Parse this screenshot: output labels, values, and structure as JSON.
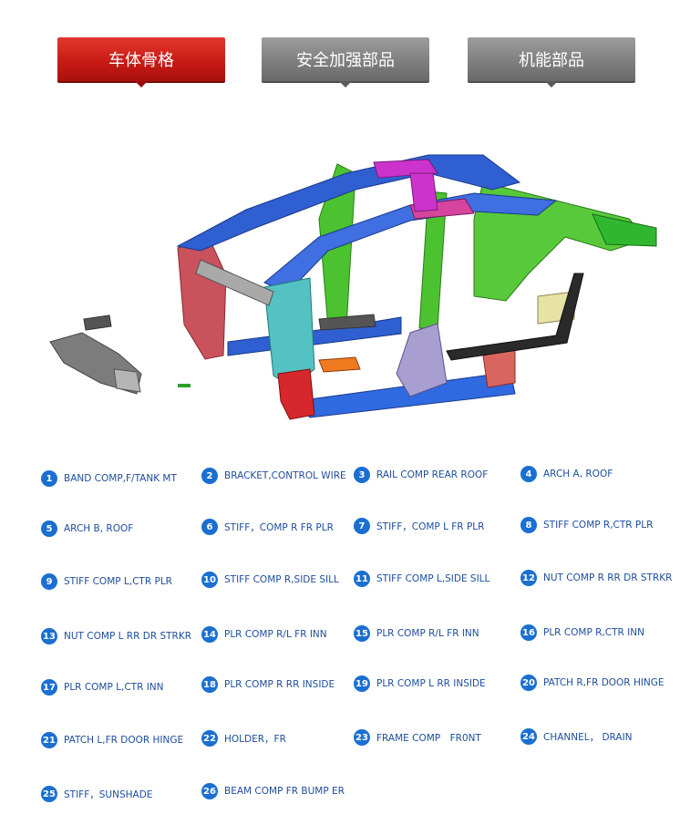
{
  "tabs": [
    {
      "label": "车体骨格",
      "active": true
    },
    {
      "label": "安全加强部品",
      "active": false
    },
    {
      "label": "机能部品",
      "active": false
    }
  ],
  "colors": {
    "tab_active": "#c91b15",
    "tab_inactive": "#7f7f7f",
    "badge": "#1a6fd1",
    "part_text": "#1e4d9c"
  },
  "parts": [
    {
      "num": "1",
      "name": "BAND COMP,F/TANK MT"
    },
    {
      "num": "2",
      "name": "BRACKET,CONTROL WIRE"
    },
    {
      "num": "3",
      "name": "RAIL COMP REAR ROOF"
    },
    {
      "num": "4",
      "name": "ARCH A, ROOF"
    },
    {
      "num": "5",
      "name": "ARCH B, ROOF"
    },
    {
      "num": "6",
      "name": "STIFF，COMP R FR PLR"
    },
    {
      "num": "7",
      "name": "STIFF，COMP L FR PLR"
    },
    {
      "num": "8",
      "name": "STIFF COMP R,CTR PLR"
    },
    {
      "num": "9",
      "name": "STIFF COMP L,CTR PLR"
    },
    {
      "num": "10",
      "name": "STIFF COMP R,SIDE SILL"
    },
    {
      "num": "11",
      "name": "STIFF COMP L,SIDE SILL"
    },
    {
      "num": "12",
      "name": "NUT COMP R RR DR STRKR"
    },
    {
      "num": "13",
      "name": "NUT COMP L RR DR STRKR"
    },
    {
      "num": "14",
      "name": "PLR COMP R/L FR INN"
    },
    {
      "num": "15",
      "name": "PLR COMP R/L FR INN"
    },
    {
      "num": "16",
      "name": "PLR COMP R,CTR INN"
    },
    {
      "num": "17",
      "name": "PLR COMP L,CTR INN"
    },
    {
      "num": "18",
      "name": "PLR COMP R RR INSIDE"
    },
    {
      "num": "19",
      "name": "PLR COMP L RR INSIDE"
    },
    {
      "num": "20",
      "name": "PATCH R,FR DOOR HINGE"
    },
    {
      "num": "21",
      "name": "PATCH L,FR DOOR HINGE"
    },
    {
      "num": "22",
      "name": "HOLDER，FR"
    },
    {
      "num": "23",
      "name": "FRAME COMP　FR0NT"
    },
    {
      "num": "24",
      "name": "CHANNEL， DRAIN"
    },
    {
      "num": "25",
      "name": "STIFF，SUNSHADE"
    },
    {
      "num": "26",
      "name": "BEAM COMP FR BUMP ER"
    }
  ]
}
